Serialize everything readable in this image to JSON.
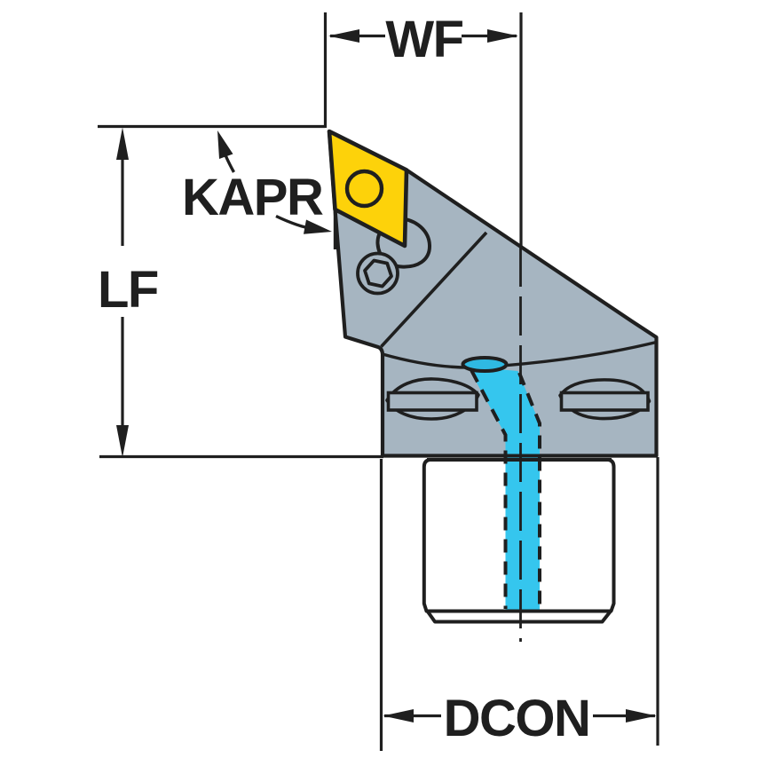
{
  "diagram": {
    "subject": "Turning tool holder side view with internal coolant duct",
    "labels": {
      "wf": "WF",
      "kapr": "KAPR",
      "lf": "LF",
      "dcon": "DCON"
    }
  },
  "colors": {
    "line": "#1f1f1f",
    "body": "#a6b5c1",
    "insert": "#fdd20a",
    "insert_hole_light": "#bdcdd6",
    "insert_hole_dark": "#9bb1be",
    "coolant": "#35c6ee",
    "coolant_inlet": "#2fb9e2",
    "shank_edge": "#8496a6",
    "shank_mid": "#c3cfd9",
    "shank_light": "#eef1f4",
    "background": "#ffffff"
  }
}
